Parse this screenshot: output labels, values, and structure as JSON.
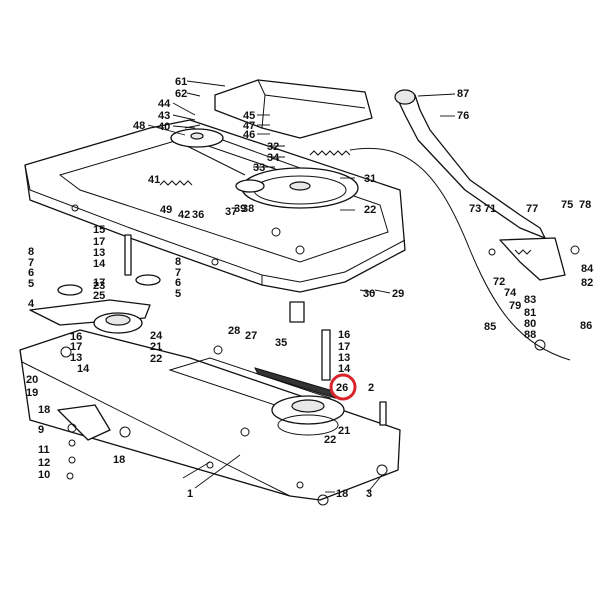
{
  "highlighted_callout": "26",
  "colors": {
    "line": "#111111",
    "highlight": "#d8232a",
    "background": "#ffffff"
  },
  "callouts": {
    "c1": "1",
    "c2": "2",
    "c3": "3",
    "c4": "4",
    "c5a": "5",
    "c5b": "5",
    "c6a": "6",
    "c6b": "6",
    "c7a": "7",
    "c7b": "7",
    "c8a": "8",
    "c8b": "8",
    "c9": "9",
    "c10": "10",
    "c11": "11",
    "c12": "12",
    "c13a": "13",
    "c13b": "13",
    "c13c": "13",
    "c14a": "14",
    "c14b": "14",
    "c14c": "14",
    "c15": "15",
    "c16a": "16",
    "c16b": "16",
    "c17a": "17",
    "c17b": "17",
    "c17c": "17",
    "c18a": "18",
    "c18b": "18",
    "c18c": "18",
    "c19": "19",
    "c20": "20",
    "c21a": "21",
    "c21b": "21",
    "c22a": "22",
    "c22b": "22",
    "c22c": "22",
    "c23": "23",
    "c24": "24",
    "c25": "25",
    "c26": "26",
    "c27": "27",
    "c28": "28",
    "c29": "29",
    "c30": "30",
    "c31": "31",
    "c32": "32",
    "c33": "33",
    "c34": "34",
    "c35": "35",
    "c36": "36",
    "c37": "37",
    "c38": "38",
    "c39": "39",
    "c40": "40",
    "c41": "41",
    "c42": "42",
    "c43": "43",
    "c44": "44",
    "c45": "45",
    "c46": "46",
    "c47": "47",
    "c48": "48",
    "c49": "49",
    "c61": "61",
    "c62": "62",
    "c71": "71",
    "c72": "72",
    "c73": "73",
    "c74": "74",
    "c75": "75",
    "c76": "76",
    "c77": "77",
    "c78": "78",
    "c79": "79",
    "c80": "80",
    "c81": "81",
    "c82": "82",
    "c83": "83",
    "c84": "84",
    "c85": "85",
    "c86": "86",
    "c87": "87",
    "c88": "88"
  }
}
